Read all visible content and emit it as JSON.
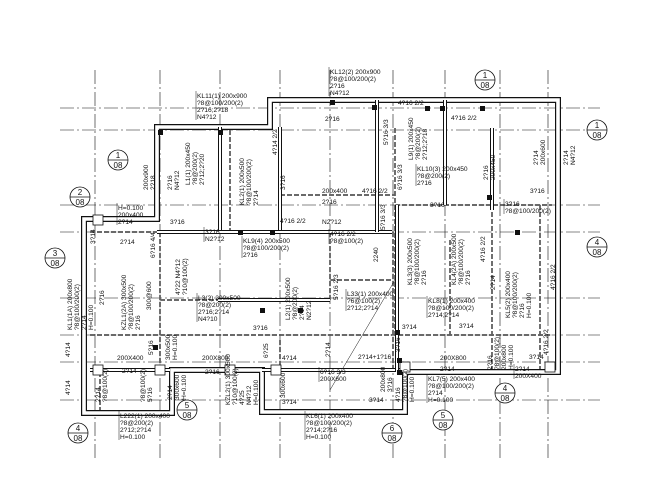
{
  "drawing": {
    "line_color": "#111111",
    "labels": [
      {
        "lines": [
          "KL12(2) 200x900",
          "?8@100/200(2)",
          "2?16",
          "N4?12"
        ]
      },
      {
        "lines": [
          "KL11(1) 200x900",
          "?8@100/200(2)",
          "2?16;2?18",
          "N4?12"
        ]
      },
      {
        "lines": [
          "4?16 2/2"
        ]
      },
      {
        "lines": [
          "2?16"
        ]
      },
      {
        "lines": [
          "4?16 2/2"
        ]
      },
      {
        "lines": [
          "KL10(3) 200x450",
          "?8@200(2)",
          "2?16"
        ]
      },
      {
        "lines": [
          "200x400"
        ]
      },
      {
        "lines": [
          "4?16 2/2"
        ]
      },
      {
        "lines": [
          "2?16"
        ]
      },
      {
        "lines": [
          "3?16"
        ]
      },
      {
        "lines": [
          "3?16"
        ]
      },
      {
        "lines": [
          "3?16",
          "?8@100/200(2)"
        ]
      },
      {
        "lines": [
          "H=0.100",
          "200x400",
          "2?14"
        ]
      },
      {
        "lines": [
          "3?16"
        ]
      },
      {
        "lines": [
          "2?14"
        ]
      },
      {
        "lines": [
          "3?16",
          "N2?12"
        ]
      },
      {
        "lines": [
          "4?16 2/2"
        ]
      },
      {
        "lines": [
          "N2?12"
        ]
      },
      {
        "lines": [
          "KL9(4) 200x500",
          "?8@100/200(2)",
          "2?16"
        ]
      },
      {
        "lines": [
          "4?16 2/2",
          "?8@100(2)"
        ]
      },
      {
        "lines": [
          "L3(2) 200x500",
          "?8@200(2)",
          "2?16;2?14",
          "N4?10"
        ]
      },
      {
        "lines": [
          "3?16"
        ]
      },
      {
        "lines": [
          "200X400"
        ]
      },
      {
        "lines": [
          "2?14"
        ]
      },
      {
        "lines": [
          "200X800"
        ]
      },
      {
        "lines": [
          "2?16"
        ]
      },
      {
        "lines": [
          "4?14"
        ]
      },
      {
        "lines": [
          "6?16 3/3",
          "200X600"
        ]
      },
      {
        "lines": [
          "3?14"
        ]
      },
      {
        "lines": [
          "L33(1) 200x400",
          "?6@100(2)",
          "2?12;2?14"
        ]
      },
      {
        "lines": [
          "KL8(1) 200x400",
          "?8@100/200(2)",
          "2?14;2?14"
        ]
      },
      {
        "lines": [
          "3?14"
        ]
      },
      {
        "lines": [
          "3?14"
        ]
      },
      {
        "lines": [
          "2?14+1?16"
        ]
      },
      {
        "lines": [
          "200X800"
        ]
      },
      {
        "lines": [
          "3?14"
        ]
      },
      {
        "lines": [
          "2?14"
        ]
      },
      {
        "lines": [
          "KL7(5) 200x400",
          "?8@100/200(2)",
          "2?14",
          "H=0.100"
        ]
      },
      {
        "lines": [
          "2?14",
          "200X400"
        ]
      },
      {
        "lines": [
          "3?14"
        ]
      },
      {
        "lines": [
          "L222(1) 200x400",
          "?8@200(2)",
          "2?12;2?14",
          "H=0.100"
        ]
      },
      {
        "lines": [
          "KL6(1) 200x400",
          "?8@100/200(2)",
          "2?14;2?16",
          "H=0.100"
        ]
      },
      {
        "lines": [
          "2240"
        ]
      },
      {
        "lines": [
          "KL1(1A) 200x800",
          "?8@100/200(2)",
          "2?14",
          "H=0.100"
        ]
      },
      {
        "lines": [
          "KZL1(2A) 300x500",
          "?8@100/200(2)",
          "2?16"
        ]
      },
      {
        "lines": [
          "2?16"
        ]
      },
      {
        "lines": [
          "300@600"
        ]
      },
      {
        "lines": [
          "6?16 4/4"
        ]
      },
      {
        "lines": [
          "3?14"
        ]
      },
      {
        "lines": [
          "L1(1) 200x450",
          "?8@200(2)",
          "2?12;2?20"
        ]
      },
      {
        "lines": [
          "2?16",
          "N4?12"
        ]
      },
      {
        "lines": [
          "200x900",
          "2?18"
        ]
      },
      {
        "lines": [
          "KL2(1) 200x500",
          "?8@100/200(2)",
          "2?14"
        ]
      },
      {
        "lines": [
          "3?16"
        ]
      },
      {
        "lines": [
          "4?14 2/2"
        ]
      },
      {
        "lines": [
          "5?16 3/3"
        ]
      },
      {
        "lines": [
          "L9(1) 200x450",
          "?8@200(2)",
          "2?12;2?18"
        ]
      },
      {
        "lines": [
          "6?16 3/3"
        ]
      },
      {
        "lines": [
          "2?16",
          "200x450"
        ]
      },
      {
        "lines": [
          "2?14",
          "200x600"
        ]
      },
      {
        "lines": [
          "2?14",
          "N4?12"
        ]
      },
      {
        "lines": [
          "5?16 3/3"
        ]
      },
      {
        "lines": [
          "KL3(3) 200x500",
          "?8@100/200(2)",
          "2?16"
        ]
      },
      {
        "lines": [
          "KL4(2A) 200x500",
          "?8@100/200(2)",
          "2?16"
        ]
      },
      {
        "lines": [
          "4?16 2/2"
        ]
      },
      {
        "lines": [
          "2?14"
        ]
      },
      {
        "lines": [
          "KL5(2) 200x400",
          "?8@100/200(2)",
          "2?16",
          "H=0.100"
        ]
      },
      {
        "lines": [
          "4?16 2/2"
        ]
      },
      {
        "lines": [
          "4?16 2/2"
        ]
      },
      {
        "lines": [
          "2?16",
          "?8@100(2)",
          "200x800",
          "H=0.100"
        ]
      },
      {
        "lines": [
          "L2(1) 200x500",
          "?8@200(2)",
          "2?14",
          "N2?12"
        ]
      },
      {
        "lines": [
          "4?22 N4?12",
          "?10@100(2)"
        ]
      },
      {
        "lines": [
          "5?16"
        ]
      },
      {
        "lines": [
          "300x500",
          "H=0.100"
        ]
      },
      {
        "lines": [
          "6?25"
        ]
      },
      {
        "lines": [
          "KZL2(1) 300x500",
          "?10@100(2)",
          "4?25",
          "N4?12",
          "H=0.100"
        ]
      },
      {
        "lines": [
          "300x600"
        ]
      },
      {
        "lines": [
          "2?14",
          "300x600",
          "H=0.100"
        ]
      },
      {
        "lines": [
          "2?14",
          "?8@100(2)"
        ]
      },
      {
        "lines": [
          "?8@100(2)",
          "5?16"
        ]
      },
      {
        "lines": [
          "200x800",
          "3?16"
        ]
      },
      {
        "lines": [
          "4?16",
          "?8@100(2)",
          "H=0.100"
        ]
      },
      {
        "lines": [
          "3?16"
        ]
      },
      {
        "lines": [
          "5?16 2/3"
        ]
      },
      {
        "lines": [
          "4?14"
        ]
      },
      {
        "lines": [
          "4?14"
        ]
      },
      {
        "lines": [
          "2?14"
        ]
      }
    ],
    "section_markers": [
      {
        "num": "1",
        "sheet": "08"
      },
      {
        "num": "1",
        "sheet": "08"
      },
      {
        "num": "1",
        "sheet": "08"
      },
      {
        "num": "2",
        "sheet": "08"
      },
      {
        "num": "3",
        "sheet": "08"
      },
      {
        "num": "4",
        "sheet": "08"
      },
      {
        "num": "4",
        "sheet": "08"
      },
      {
        "num": "4",
        "sheet": "08"
      },
      {
        "num": "5",
        "sheet": "08"
      },
      {
        "num": "5",
        "sheet": "08"
      },
      {
        "num": "6",
        "sheet": "08"
      }
    ]
  }
}
